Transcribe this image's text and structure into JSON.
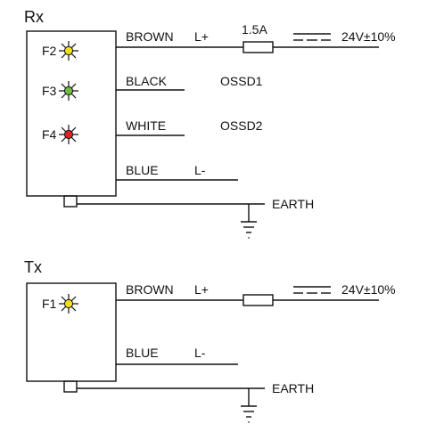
{
  "colors": {
    "line": "#111111",
    "led_yellow": "#f2df18",
    "led_green": "#6cbf3a",
    "led_red": "#e02020"
  },
  "rx": {
    "title": "Rx",
    "leds": [
      {
        "label": "F2",
        "color": "yellow"
      },
      {
        "label": "F3",
        "color": "green"
      },
      {
        "label": "F4",
        "color": "red"
      }
    ],
    "wires": [
      {
        "name": "BROWN",
        "signal": "L+"
      },
      {
        "name": "BLACK",
        "signal": "OSSD1"
      },
      {
        "name": "WHITE",
        "signal": "OSSD2"
      },
      {
        "name": "BLUE",
        "signal": "L-"
      }
    ],
    "fuse": "1.5A",
    "supply": "24V±10%",
    "earth": "EARTH"
  },
  "tx": {
    "title": "Tx",
    "leds": [
      {
        "label": "F1",
        "color": "yellow"
      }
    ],
    "wires": [
      {
        "name": "BROWN",
        "signal": "L+"
      },
      {
        "name": "BLUE",
        "signal": "L-"
      }
    ],
    "supply": "24V±10%",
    "earth": "EARTH"
  }
}
